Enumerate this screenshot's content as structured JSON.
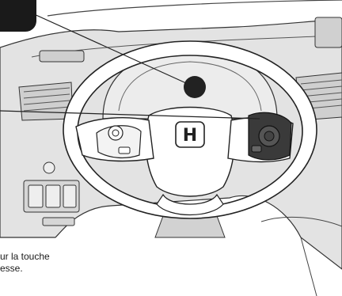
{
  "caption": {
    "line1": "ur la touche",
    "line2": "esse."
  },
  "logo_text": "H",
  "colors": {
    "background": "#ffffff",
    "panel_shade": "#d9d9d9",
    "line": "#222222",
    "callout_fill": "#1a1a1a",
    "marker_fill": "#222222"
  }
}
